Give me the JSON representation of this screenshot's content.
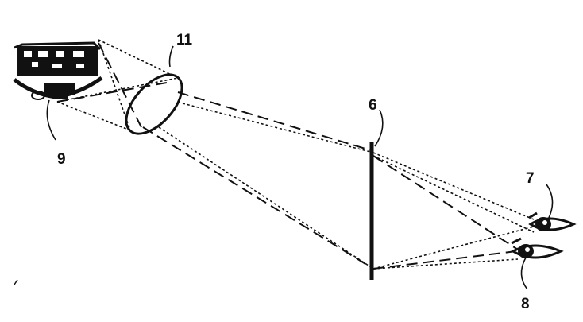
{
  "labels": {
    "projector": "9",
    "lens": "11",
    "screen": "6",
    "eye_upper": "7",
    "eye_lower": "8"
  },
  "colors": {
    "ink": "#111111",
    "paper": "#ffffff"
  }
}
